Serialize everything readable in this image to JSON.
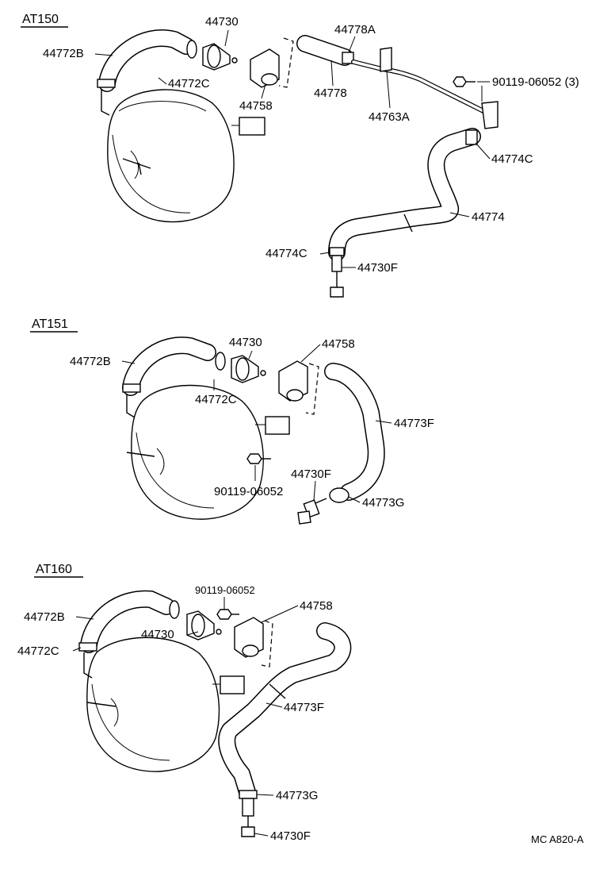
{
  "sections": [
    {
      "title": "AT150",
      "labels": {
        "l1": "44730",
        "l2": "44772B",
        "l3": "44772C",
        "l4": "44758",
        "l5": "44778A",
        "l6": "44778",
        "l7": "44763A",
        "l8": "90119-06052 (3)",
        "l9": "44774C",
        "l10": "44774",
        "l11": "44774C",
        "l12": "44730F"
      }
    },
    {
      "title": "AT151",
      "labels": {
        "l1": "44730",
        "l2": "44758",
        "l3": "44772B",
        "l4": "44772C",
        "l5": "44773F",
        "l6": "44730F",
        "l7": "90119-06052",
        "l8": "44773G"
      }
    },
    {
      "title": "AT160",
      "labels": {
        "l1": "90119-06052",
        "l2": "44772B",
        "l3": "44758",
        "l4": "44730",
        "l5": "44772C",
        "l6": "44773F",
        "l7": "44773G",
        "l8": "44730F"
      }
    }
  ],
  "footer": {
    "code": "MC A820-A"
  }
}
